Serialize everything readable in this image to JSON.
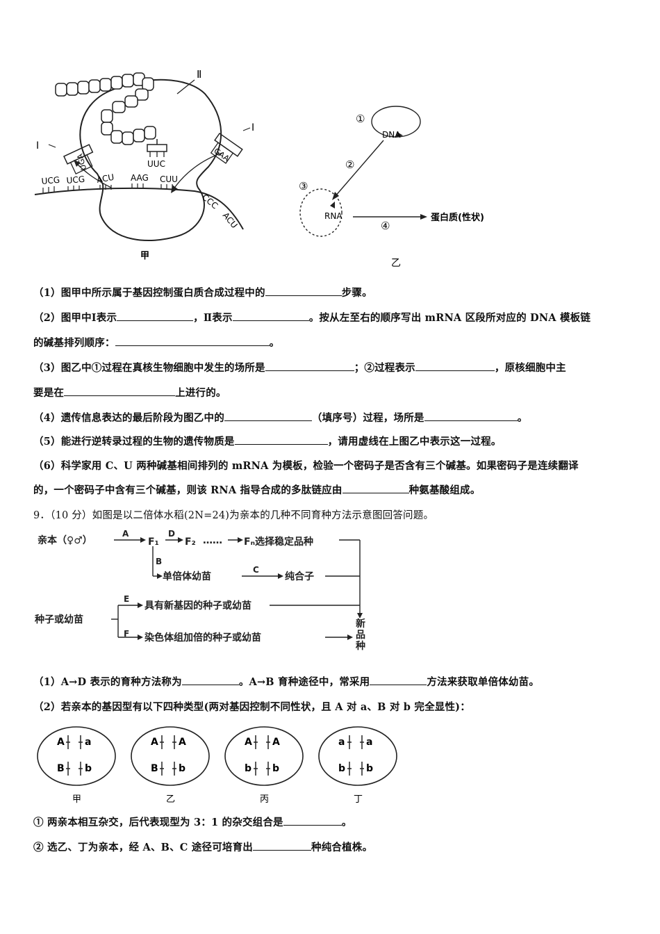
{
  "fig_jia": {
    "roman_2": "Ⅱ",
    "roman_1_left": "Ⅰ",
    "roman_1_right": "Ⅰ",
    "trna_left": "UGA",
    "trna_mid": "UUC",
    "trna_right": "GAA",
    "codons": [
      "UCG",
      "UCG",
      "ACU",
      "AAG",
      "CUU",
      "CCC",
      "ACU"
    ],
    "caption": "甲"
  },
  "fig_yi": {
    "dna": "DNA",
    "rna": "RNA",
    "protein": "蛋白质(性状)",
    "c1": "①",
    "c2": "②",
    "c3": "③",
    "c4": "④",
    "caption": "乙"
  },
  "questions": {
    "q1": {
      "a": "（1）图甲中所示属于基因控制蛋白质合成过程中的",
      "b": "步骤。"
    },
    "q2": {
      "a": "（2）图甲中Ⅰ表示",
      "b": "，Ⅱ表示",
      "c": "。按从左至右的顺序写出 mRNA 区段所对应的 DNA 模板链",
      "d": "的碱基排列顺序：",
      "e": "。"
    },
    "q3": {
      "a": "（3）图乙中①过程在真核生物细胞中发生的场所是",
      "b": "；②过程表示",
      "c": "，原核细胞中主",
      "d": "要是在",
      "e": "上进行的。"
    },
    "q4": {
      "a": "（4）遗传信息表达的最后阶段为图乙中的",
      "b": "（填序号）过程，场所是",
      "c": "。"
    },
    "q5": {
      "a": "（5）能进行逆转录过程的生物的遗传物质是",
      "b": "，请用虚线在上图乙中表示这一过程。"
    },
    "q6": {
      "a": "（6）科学家用 C、U 两种碱基相间排列的 mRNA 为模板，检验一个密码子是否含有三个碱基。如果密码子是连续翻译",
      "b": "的，一个密码子中含有三个碱基，则该 RNA 指导合成的多肽链应由",
      "c": "种氨基酸组成。"
    }
  },
  "q9": {
    "title": "9．（10 分）如图是以二倍体水稻(2N=24)为亲本的几种不同育种方法示意图回答问题。",
    "flow": {
      "parent": "亲本（♀♂）",
      "A": "A",
      "D": "D",
      "B": "B",
      "C": "C",
      "E": "E",
      "F": "F",
      "F1": "F₁",
      "F2": "F₂",
      "dots": "……",
      "Fn": "Fₙ选择稳定品种",
      "haploid": "单倍体幼苗",
      "pure": "纯合子",
      "seed": "种子或幼苗",
      "newgene": "具有新基因的种子或幼苗",
      "doubled": "染色体组加倍的种子或幼苗",
      "newvar": [
        "新",
        "品",
        "种"
      ]
    },
    "sub1": {
      "a": "（1）A→D 表示的育种方法称为",
      "b": "。A→B 育种途径中，常采用",
      "c": "方法来获取单倍体幼苗。"
    },
    "sub2": "（2）若亲本的基因型有以下四种类型(两对基因控制不同性状，且 A 对 a、B 对 b 完全显性)：",
    "cells": [
      {
        "top": [
          "A",
          "a"
        ],
        "bottom": [
          "B",
          "b"
        ],
        "label": "甲"
      },
      {
        "top": [
          "A",
          "A"
        ],
        "bottom": [
          "B",
          "b"
        ],
        "label": "乙"
      },
      {
        "top": [
          "A",
          "A"
        ],
        "bottom": [
          "b",
          "b"
        ],
        "label": "丙"
      },
      {
        "top": [
          "a",
          "a"
        ],
        "bottom": [
          "b",
          "b"
        ],
        "label": "丁"
      }
    ],
    "s1": {
      "a": "① 两亲本相互杂交，后代表现型为 3：1 的杂交组合是",
      "b": "。"
    },
    "s2": {
      "a": "② 选乙、丁为亲本，经 A、B、C 途径可培育出",
      "b": "种纯合植株。"
    }
  }
}
